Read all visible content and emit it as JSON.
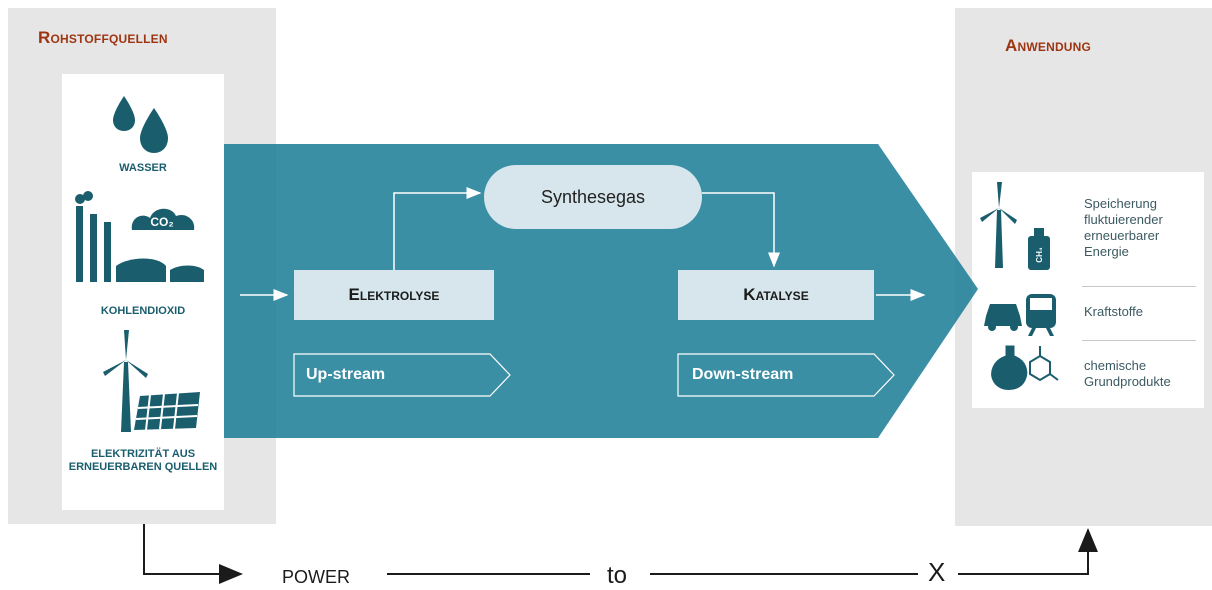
{
  "sources": {
    "title": "Rohstoffquellen",
    "items": [
      {
        "label": "WASSER",
        "icon": "water-drops-icon"
      },
      {
        "label": "KOHLENDIOXID",
        "icon": "factory-co2-icon",
        "co2_text": "CO₂"
      },
      {
        "label": "ELEKTRIZITÄT AUS ERNEUERBAREN QUELLEN",
        "icon": "wind-solar-icon"
      }
    ]
  },
  "process": {
    "electrolysis": "Elektrolyse",
    "syngas": "Synthesegas",
    "catalysis": "Katalyse",
    "upstream": "Up-stream",
    "downstream": "Down-stream"
  },
  "application": {
    "title": "Anwendung",
    "items": [
      {
        "label": "Speicherung fluktuierender erneuerbarer Energie",
        "icon": "wind-turbine-gas-tank-icon",
        "ch4_text": "CH₄"
      },
      {
        "label": "Kraftstoffe",
        "icon": "car-train-icon"
      },
      {
        "label": "chemische Grundprodukte",
        "icon": "flask-molecule-icon"
      }
    ]
  },
  "flow": {
    "power": "POWER",
    "to": "to",
    "x": "X"
  },
  "colors": {
    "teal_band": "#2e8aa3",
    "light_box": "#d6e6ec",
    "panel_bg": "#e6e6e6",
    "title_accent": "#9e3512",
    "icon_dark": "#1a5e6e"
  }
}
